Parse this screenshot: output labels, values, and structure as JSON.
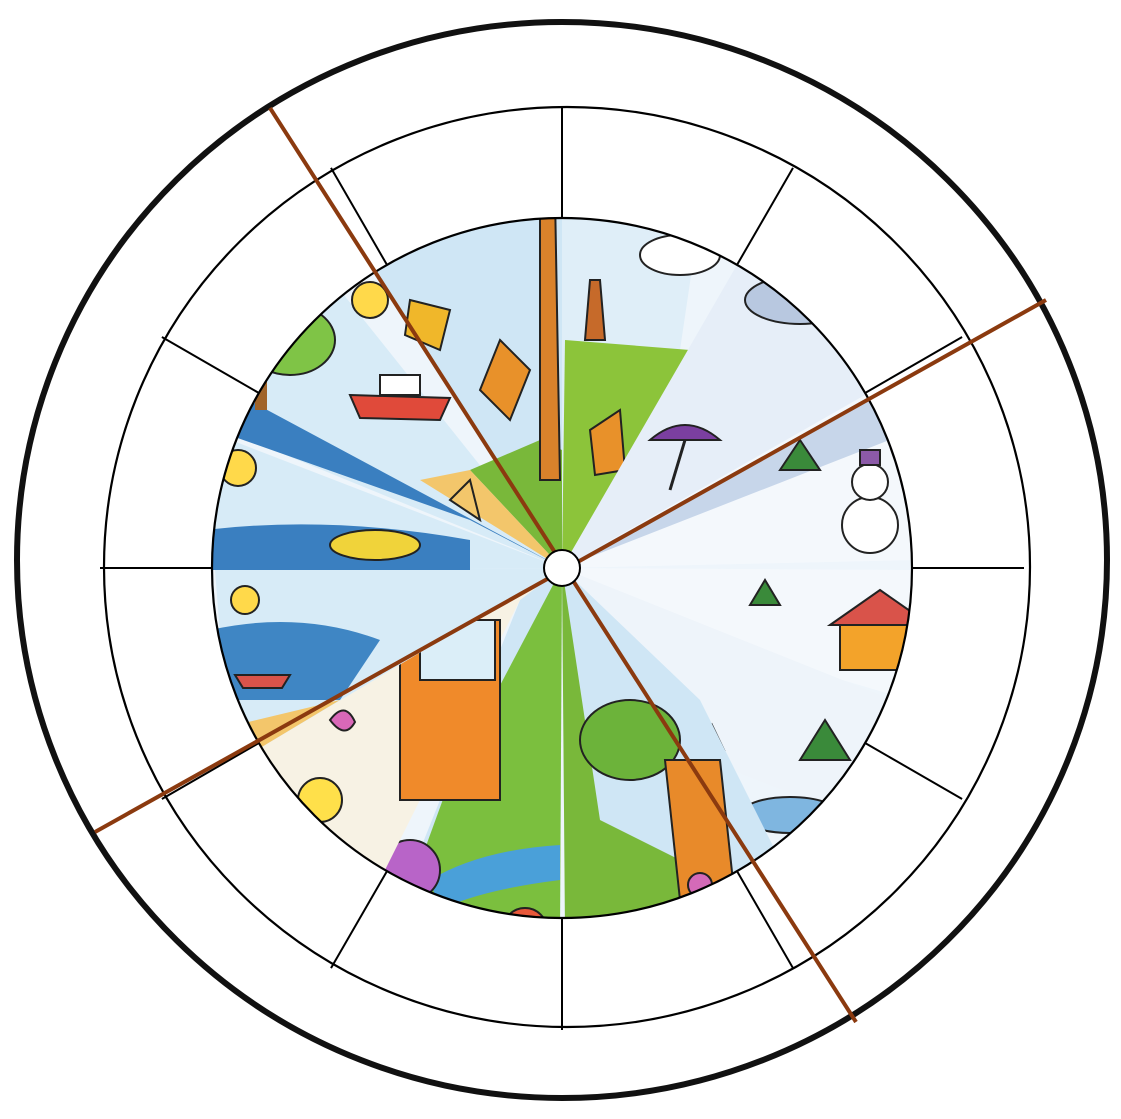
{
  "wheel": {
    "colors": {
      "outer_ring": "#111111",
      "divider_lines": "#000000",
      "season_dividers": "#8b3a0f",
      "sky": "#cfe6f5",
      "sea": "#3f86c4",
      "grass": "#79b83a",
      "sand": "#f3c66b",
      "snow": "#f4f8fc",
      "autumn_leaf": "#e8912a"
    },
    "month_segments": 12,
    "picture_slices": [
      {
        "scene": "summer-boat",
        "icon": "ship-icon"
      },
      {
        "scene": "summer-beach",
        "icon": "swim-ring-icon"
      },
      {
        "scene": "autumn-tree",
        "icon": "falling-leaf-icon"
      },
      {
        "scene": "autumn-bare-tree",
        "icon": "bare-tree-icon"
      },
      {
        "scene": "autumn-rain",
        "icon": "umbrella-icon"
      },
      {
        "scene": "winter-snowman",
        "icon": "snowman-icon"
      },
      {
        "scene": "winter-house",
        "icon": "house-icon"
      },
      {
        "scene": "winter-pond",
        "icon": "fir-tree-icon"
      },
      {
        "scene": "spring-tree",
        "icon": "blossom-tree-icon"
      },
      {
        "scene": "spring-river",
        "icon": "flower-icon"
      },
      {
        "scene": "spring-window",
        "icon": "butterfly-icon"
      },
      {
        "scene": "summer-lake",
        "icon": "rowboat-icon"
      }
    ]
  }
}
